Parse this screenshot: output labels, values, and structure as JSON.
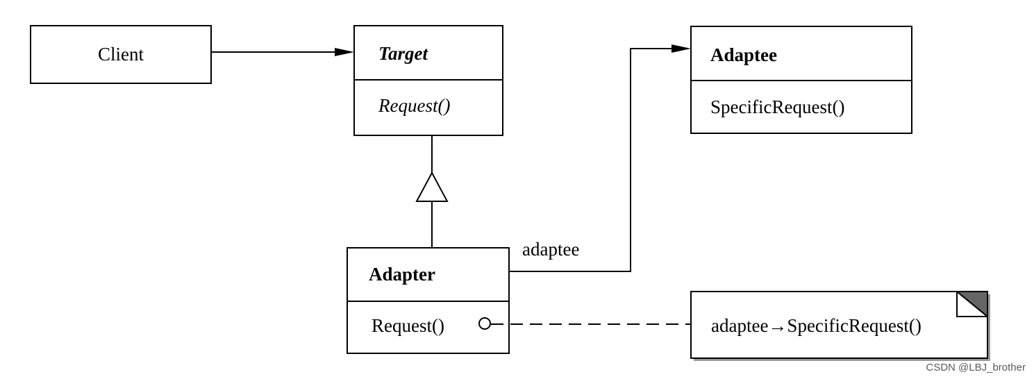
{
  "classes": {
    "client": {
      "name": "Client"
    },
    "target": {
      "name": "Target",
      "operation": "Request()"
    },
    "adaptee": {
      "name": "Adaptee",
      "operation": "SpecificRequest()"
    },
    "adapter": {
      "name": "Adapter",
      "operation": "Request()"
    }
  },
  "association": {
    "role": "adaptee"
  },
  "note": {
    "text": "adaptee→SpecificRequest()"
  },
  "watermark": {
    "text": "CSDN @LBJ_brother"
  },
  "colors": {
    "stroke": "#000000",
    "note_corner": "#666666",
    "background": "#ffffff"
  }
}
